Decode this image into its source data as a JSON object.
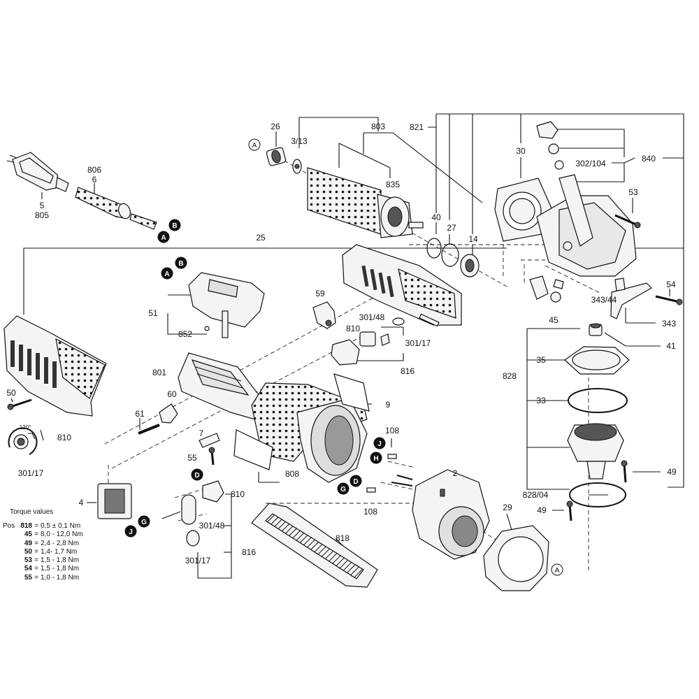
{
  "torque": {
    "title": "Torque values",
    "pos_label": "Pos",
    "rows": [
      {
        "pos": "818",
        "value": "0,5 ± 0,1 Nm"
      },
      {
        "pos": "45",
        "value": "8,0 - 12,0 Nm"
      },
      {
        "pos": "49",
        "value": "2,4 - 2,8 Nm"
      },
      {
        "pos": "50",
        "value": "1,4- 1,7 Nm"
      },
      {
        "pos": "53",
        "value": "1,5 - 1,8 Nm"
      },
      {
        "pos": "54",
        "value": "1,5 - 1,8 Nm"
      },
      {
        "pos": "55",
        "value": "1,0 - 1,8 Nm"
      }
    ]
  },
  "callouts": [
    {
      "text": "26"
    },
    {
      "text": "3/13"
    },
    {
      "text": "803"
    },
    {
      "text": "821"
    },
    {
      "text": "30"
    },
    {
      "text": "302/104"
    },
    {
      "text": "840"
    },
    {
      "text": "835"
    },
    {
      "text": "53"
    },
    {
      "text": "40"
    },
    {
      "text": "27"
    },
    {
      "text": "14"
    },
    {
      "text": "806"
    },
    {
      "text": "6"
    },
    {
      "text": "5"
    },
    {
      "text": "805"
    },
    {
      "text": "25"
    },
    {
      "text": "51"
    },
    {
      "text": "852"
    },
    {
      "text": "59"
    },
    {
      "text": "301/48"
    },
    {
      "text": "810"
    },
    {
      "text": "301/17"
    },
    {
      "text": "816"
    },
    {
      "text": "54"
    },
    {
      "text": "343/44"
    },
    {
      "text": "343"
    },
    {
      "text": "45"
    },
    {
      "text": "41"
    },
    {
      "text": "35"
    },
    {
      "text": "828"
    },
    {
      "text": "33"
    },
    {
      "text": "50"
    },
    {
      "text": "801"
    },
    {
      "text": "60"
    },
    {
      "text": "61"
    },
    {
      "text": "7"
    },
    {
      "text": "55"
    },
    {
      "text": "9"
    },
    {
      "text": "120°"
    },
    {
      "text": "810"
    },
    {
      "text": "301/17"
    },
    {
      "text": "108"
    },
    {
      "text": "808"
    },
    {
      "text": "2"
    },
    {
      "text": "49"
    },
    {
      "text": "828/04"
    },
    {
      "text": "49"
    },
    {
      "text": "4"
    },
    {
      "text": "810"
    },
    {
      "text": "301/48"
    },
    {
      "text": "108"
    },
    {
      "text": "29"
    },
    {
      "text": "301/17"
    },
    {
      "text": "816"
    },
    {
      "text": "818"
    }
  ],
  "markers": [
    {
      "text": "A",
      "style": "open"
    },
    {
      "text": "B",
      "style": "filled"
    },
    {
      "text": "A",
      "style": "filled"
    },
    {
      "text": "B",
      "style": "filled"
    },
    {
      "text": "A",
      "style": "filled"
    },
    {
      "text": "J",
      "style": "filled"
    },
    {
      "text": "H",
      "style": "filled"
    },
    {
      "text": "D",
      "style": "filled"
    },
    {
      "text": "G",
      "style": "filled"
    },
    {
      "text": "D",
      "style": "filled"
    },
    {
      "text": "G",
      "style": "filled"
    },
    {
      "text": "J",
      "style": "filled"
    },
    {
      "text": "A",
      "style": "open"
    }
  ],
  "icons": [
    "plug-icon",
    "cable-sleeve-icon",
    "armature-icon",
    "gear-housing-icon",
    "motor-housing-icon",
    "switch-icon",
    "guard-icon"
  ]
}
